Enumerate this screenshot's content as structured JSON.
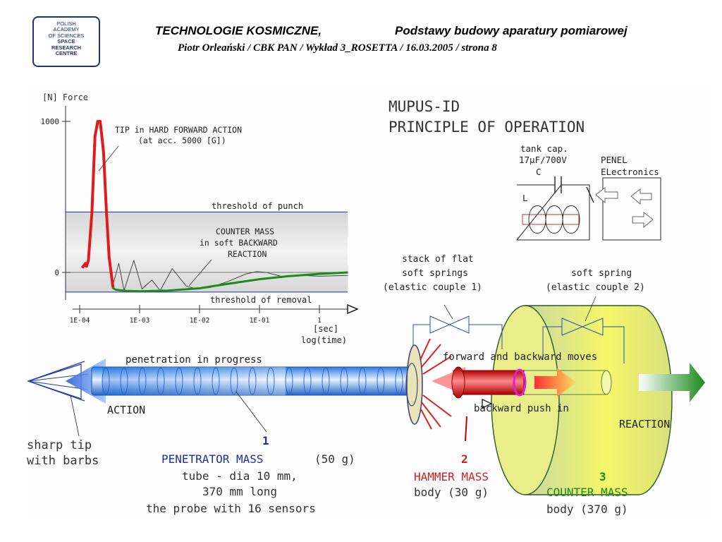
{
  "header": {
    "logo_lines": [
      "POLISH",
      "ACADEMY",
      "OF SCIENCES",
      "SPACE",
      "RESEARCH",
      "CENTRE"
    ],
    "title_left": "TECHNOLOGIE KOSMICZNE,",
    "title_right": "Podstawy budowy aparatury pomiarowej",
    "subtitle": "Piotr Orleański   /   CBK PAN  /  Wykład 3_ROSETTA  /  16.03.2005  /  strona 8"
  },
  "diagram": {
    "title_line1": "MUPUS-ID",
    "title_line2": "PRINCIPLE OF OPERATION",
    "circuit": {
      "cap_label1": "tank cap.",
      "cap_label2": "17µF/700V",
      "c_label": "C",
      "l_label": "L",
      "penel1": "PENEL",
      "penel2": "ELectronics"
    },
    "springs": {
      "flat1": "stack of flat",
      "flat2": "soft springs",
      "flat3": "(elastic couple 1)",
      "soft1": "soft spring",
      "soft2": "(elastic couple 2)"
    },
    "moves": "forward and backward moves",
    "penetration": "penetration in progress",
    "action": "ACTION",
    "backward_push": "backward push in",
    "reaction": "REACTION",
    "sharp1": "sharp tip",
    "sharp2": "with barbs",
    "penetrator": {
      "num": "1",
      "name": "PENETRATOR MASS",
      "mass": "(50 g)",
      "d1": "tube - dia 10 mm,",
      "d2": "370 mm long",
      "d3": "the probe with 16 sensors"
    },
    "hammer": {
      "num": "2",
      "name": "HAMMER MASS",
      "body": "body (30 g)"
    },
    "counter": {
      "num": "3",
      "name": "COUNTER MASS",
      "body": "body (370 g)"
    }
  },
  "chart_data": {
    "type": "line",
    "ylabel": "[N] Force",
    "xlabel": "[sec]",
    "xlabel2": "log(time)",
    "x_ticks": [
      "1E-04",
      "1E-03",
      "1E-02",
      "1E-01",
      "1"
    ],
    "x_tick_values": [
      0.0001,
      0.001,
      0.01,
      0.1,
      1
    ],
    "y_ticks": [
      {
        "label": "1000",
        "value": 1000
      },
      {
        "label": "0",
        "value": 0
      }
    ],
    "ylim": [
      -140,
      1120
    ],
    "threshold_punch": {
      "label": "threshold of punch",
      "value": 400
    },
    "threshold_removal": {
      "label": "threshold of removal",
      "value": -130
    },
    "annotation_tip1": "TIP in HARD FORWARD ACTION",
    "annotation_tip2": "(at acc. 5000 [G])",
    "annotation_counter1": "COUNTER MASS",
    "annotation_counter2": "in soft BACKWARD",
    "annotation_counter3": "REACTION",
    "series": [
      {
        "color": "#e01b1b",
        "points": [
          [
            0.00011,
            30
          ],
          [
            0.000125,
            60
          ],
          [
            0.00013,
            40
          ],
          [
            0.00014,
            80
          ],
          [
            0.00016,
            400
          ],
          [
            0.00018,
            900
          ],
          [
            0.0002,
            1000
          ],
          [
            0.00022,
            1000
          ],
          [
            0.00025,
            800
          ],
          [
            0.00028,
            400
          ],
          [
            0.00031,
            100
          ],
          [
            0.00036,
            -100
          ]
        ]
      },
      {
        "color": "#1c8a1c",
        "points": [
          [
            0.00035,
            -100
          ],
          [
            0.0004,
            -115
          ],
          [
            0.0006,
            -122
          ],
          [
            0.001,
            -125
          ],
          [
            0.003,
            -120
          ],
          [
            0.01,
            -105
          ],
          [
            0.03,
            -75
          ],
          [
            0.1,
            -45
          ],
          [
            0.3,
            -25
          ],
          [
            1,
            -10
          ],
          [
            3,
            0
          ]
        ]
      },
      {
        "color": "#444444",
        "points": [
          [
            0.00035,
            -100
          ],
          [
            0.00045,
            60
          ],
          [
            0.00055,
            -120
          ],
          [
            0.0008,
            80
          ],
          [
            0.0011,
            -110
          ],
          [
            0.0016,
            -50
          ],
          [
            0.0022,
            -120
          ],
          [
            0.0035,
            25
          ],
          [
            0.006,
            -90
          ],
          [
            0.009,
            -110
          ],
          [
            0.015,
            -100
          ],
          [
            0.03,
            -60
          ],
          [
            0.06,
            -10
          ],
          [
            0.09,
            5
          ],
          [
            0.13,
            0
          ],
          [
            0.25,
            -30
          ],
          [
            0.5,
            -20
          ],
          [
            1,
            -25
          ],
          [
            3,
            -20
          ]
        ]
      }
    ]
  },
  "colors": {
    "accent_blue": "#1f2fa0",
    "red": "#d41e1e",
    "green": "#1c8a1c",
    "band": "#cfcfcf"
  }
}
